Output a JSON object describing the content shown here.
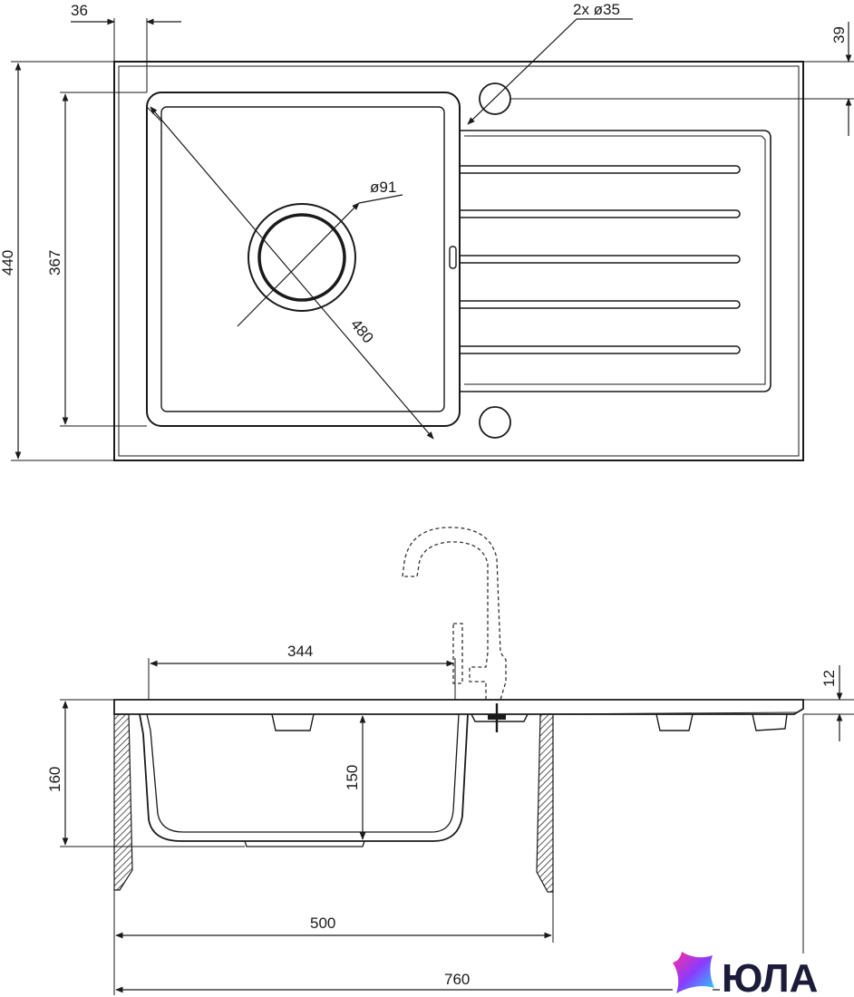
{
  "top_view": {
    "dims": {
      "edge_offset": "36",
      "tap_holes": "2x ø35",
      "hole_offset": "39",
      "drain": "ø91",
      "bowl_length": "480",
      "bowl_width": "367",
      "total_width": "440"
    }
  },
  "side_view": {
    "dims": {
      "bowl_top_length": "344",
      "rim": "12",
      "bowl_depth": "150",
      "total_depth": "160",
      "cabinet": "500",
      "total_length": "760"
    }
  },
  "logo": {
    "text": "ЮЛА",
    "colors": [
      "#ff2d9a",
      "#8a3cff",
      "#1fd6ff"
    ]
  }
}
